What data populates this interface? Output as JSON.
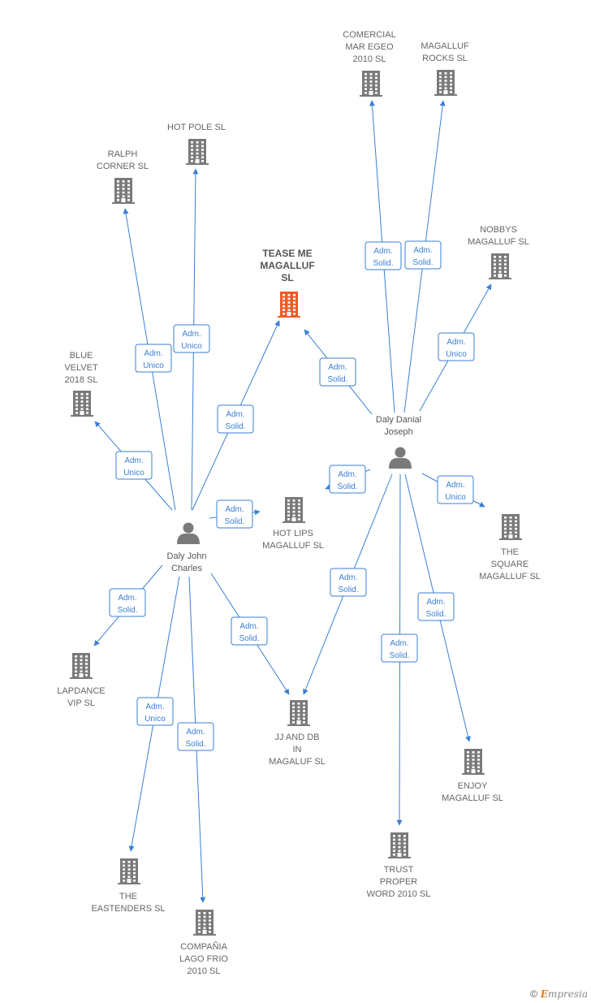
{
  "colors": {
    "edge": "#3a7fd5",
    "company": "#7a7a7a",
    "main_company": "#f05a28",
    "person": "#7a7a7a"
  },
  "companies": [
    {
      "id": "tease",
      "name": [
        "TEASE ME",
        "MAGALLUF",
        "SL"
      ],
      "main": true
    },
    {
      "id": "hotpole",
      "name": [
        "HOT POLE  SL"
      ]
    },
    {
      "id": "ralph",
      "name": [
        "RALPH",
        "CORNER  SL"
      ]
    },
    {
      "id": "comercial",
      "name": [
        "COMERCIAL",
        "MAR EGEO",
        "2010 SL"
      ]
    },
    {
      "id": "rocks",
      "name": [
        "MAGALLUF",
        "ROCKS SL"
      ]
    },
    {
      "id": "nobbys",
      "name": [
        "NOBBYS",
        "MAGALLUF  SL"
      ]
    },
    {
      "id": "blue",
      "name": [
        "BLUE",
        "VELVET",
        "2018  SL"
      ]
    },
    {
      "id": "hotlips",
      "name": [
        "HOT LIPS",
        "MAGALLUF  SL"
      ]
    },
    {
      "id": "square",
      "name": [
        "THE",
        "SQUARE",
        "MAGALLUF  SL"
      ]
    },
    {
      "id": "lapdance",
      "name": [
        "LAPDANCE",
        "VIP SL"
      ]
    },
    {
      "id": "jjdb",
      "name": [
        "JJ AND DB",
        "IN",
        "MAGALUF  SL"
      ]
    },
    {
      "id": "enjoy",
      "name": [
        "ENJOY",
        "MAGALLUF SL"
      ]
    },
    {
      "id": "eastenders",
      "name": [
        "THE",
        "EASTENDERS SL"
      ]
    },
    {
      "id": "trust",
      "name": [
        "TRUST",
        "PROPER",
        "WORD 2010 SL"
      ]
    },
    {
      "id": "compania",
      "name": [
        "COMPAÑIA",
        "LAGO FRIO",
        "2010 SL"
      ]
    }
  ],
  "persons": [
    {
      "id": "danial",
      "name": [
        "Daly Danial",
        "Joseph"
      ]
    },
    {
      "id": "john",
      "name": [
        "Daly John",
        "Charles"
      ]
    }
  ],
  "edges": [
    {
      "from": "john",
      "to": "ralph",
      "role": [
        "Adm.",
        "Unico"
      ]
    },
    {
      "from": "john",
      "to": "hotpole",
      "role": [
        "Adm.",
        "Unico"
      ]
    },
    {
      "from": "john",
      "to": "tease",
      "role": [
        "Adm.",
        "Solid."
      ]
    },
    {
      "from": "john",
      "to": "blue",
      "role": [
        "Adm.",
        "Unico"
      ]
    },
    {
      "from": "john",
      "to": "hotlips",
      "role": [
        "Adm.",
        "Solid."
      ]
    },
    {
      "from": "john",
      "to": "lapdance",
      "role": [
        "Adm.",
        "Solid."
      ]
    },
    {
      "from": "john",
      "to": "jjdb",
      "role": [
        "Adm.",
        "Solid."
      ]
    },
    {
      "from": "john",
      "to": "eastenders",
      "role": [
        "Adm.",
        "Unico"
      ]
    },
    {
      "from": "john",
      "to": "compania",
      "role": [
        "Adm.",
        "Solid."
      ]
    },
    {
      "from": "danial",
      "to": "comercial",
      "role": [
        "Adm.",
        "Solid."
      ]
    },
    {
      "from": "danial",
      "to": "rocks",
      "role": [
        "Adm.",
        "Solid."
      ]
    },
    {
      "from": "danial",
      "to": "nobbys",
      "role": [
        "Adm.",
        "Unico"
      ]
    },
    {
      "from": "danial",
      "to": "tease",
      "role": [
        "Adm.",
        "Solid."
      ]
    },
    {
      "from": "danial",
      "to": "hotlips",
      "role": [
        "Adm.",
        "Solid."
      ]
    },
    {
      "from": "danial",
      "to": "square",
      "role": [
        "Adm.",
        "Unico"
      ]
    },
    {
      "from": "danial",
      "to": "jjdb",
      "role": [
        "Adm.",
        "Solid."
      ]
    },
    {
      "from": "danial",
      "to": "trust",
      "role": [
        "Adm.",
        "Solid."
      ]
    },
    {
      "from": "danial",
      "to": "enjoy",
      "role": [
        "Adm.",
        "Solid."
      ]
    }
  ],
  "footer": {
    "copyright": "©",
    "brand_initial": "E",
    "brand_rest": "mpresia"
  }
}
